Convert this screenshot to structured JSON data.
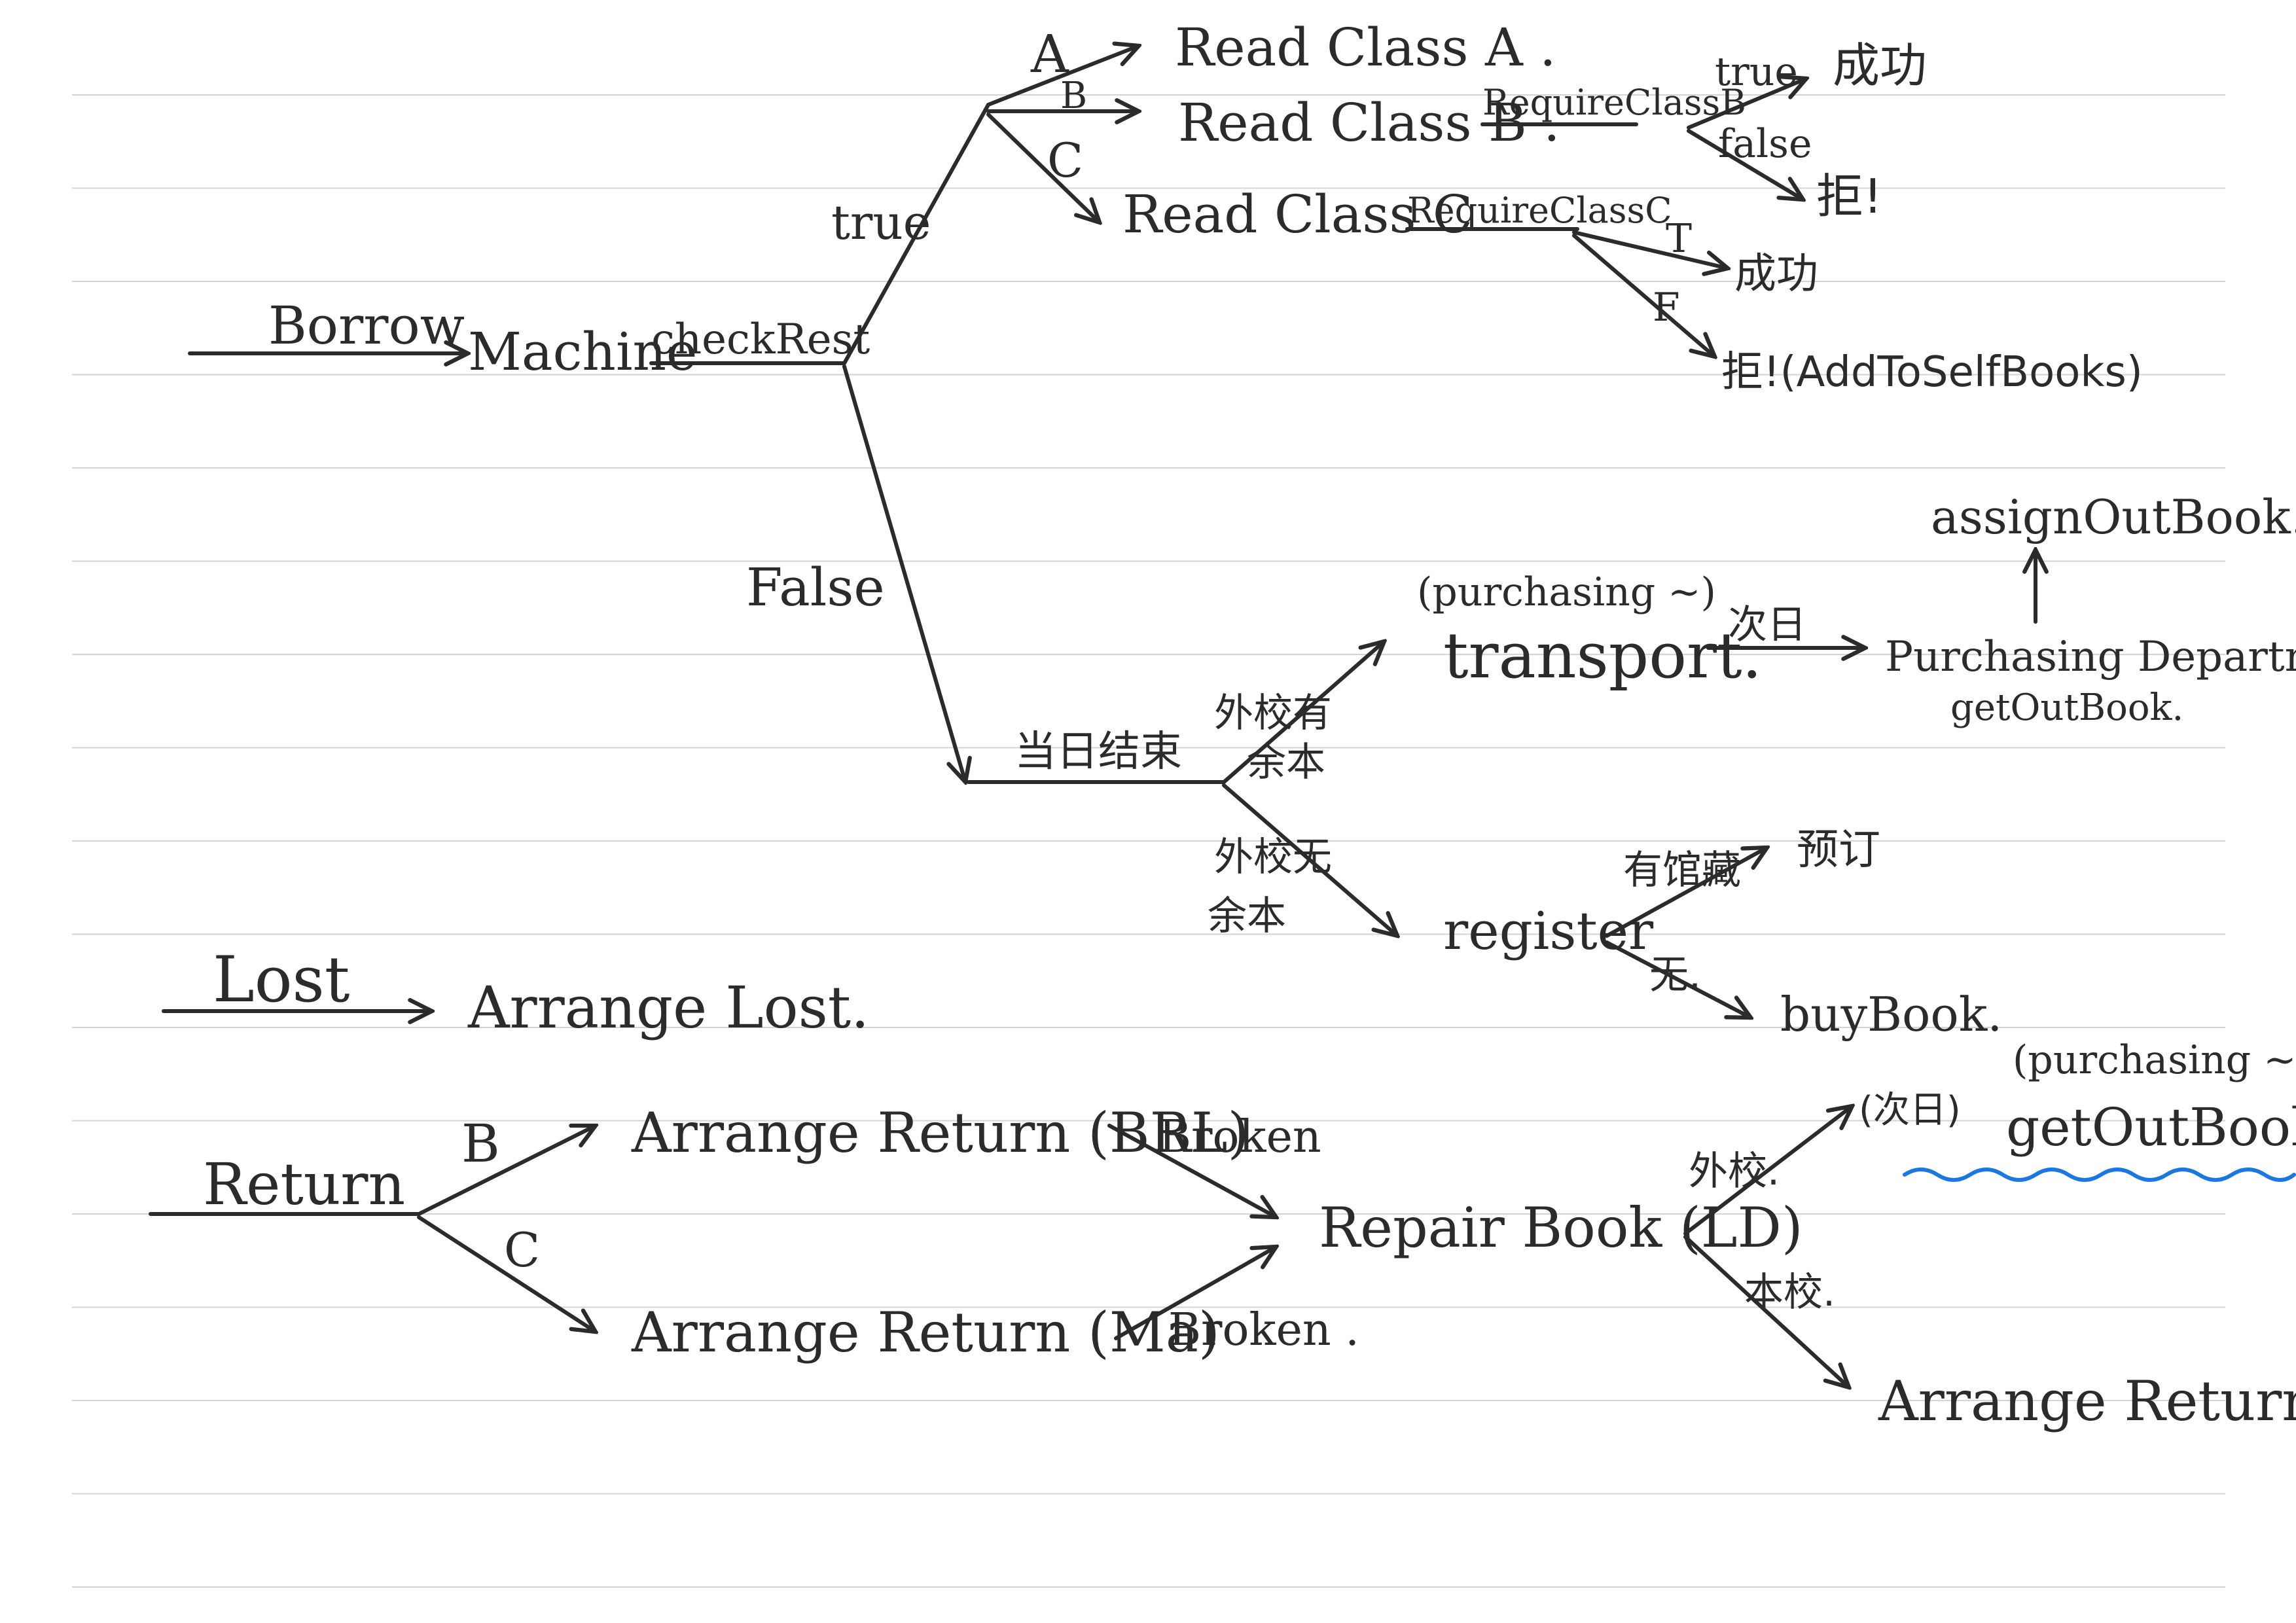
{
  "nodes": {
    "borrow": "Borrow",
    "machine": "Machine",
    "check_rest": "checkRest",
    "branch_true": "true",
    "branch_false": "False",
    "class_a_label": "A",
    "class_b_label": "B",
    "class_c_label": "C",
    "read_class_a": "Read Class A .",
    "read_class_b": "Read Class B .",
    "read_class_c": "Read Class C",
    "require_class_b": "RequireClassB",
    "require_class_c": "RequireClassC",
    "b_true": "true",
    "b_false": "false",
    "b_success": "成功",
    "b_reject": "拒!",
    "c_t": "T",
    "c_f": "F",
    "c_success": "成功",
    "c_reject": "拒!(AddToSelfBooks)",
    "day_end": "当日结束",
    "other_school_has_line1": "外校有",
    "other_school_has_line2": "余本",
    "other_school_none_line1": "外校无",
    "other_school_none_line2": "余本",
    "purchasing_note_1": "(purchasing ~)",
    "transport": "transport.",
    "next_day_1": "次日",
    "purchasing_dept": "Purchasing Department",
    "get_out_book_1": "getOutBook.",
    "assign_out_book": "assignOutBook.",
    "register": "register",
    "has_collection": "有馆藏",
    "reserve": "预订",
    "none": "无.",
    "buy_book": "buyBook.",
    "lost": "Lost",
    "arrange_lost": "Arrange Lost.",
    "return": "Return",
    "return_b": "B",
    "return_c": "C",
    "arrange_return_brl": "Arrange Return (BRL)",
    "arrange_return_ma": "Arrange Return (Ma)",
    "broken_1": "Broken",
    "broken_2": "Broken .",
    "repair_book": "Repair Book (LD)",
    "repair_other_school": "外校.",
    "repair_next_day": "(次日)",
    "purchasing_note_2": "(purchasing ~)",
    "get_out_book_2": "getOutBook.",
    "repair_this_school": "本校.",
    "arrange_return": "Arrange Return ."
  },
  "colors": {
    "ink": "#2b2b2b",
    "rule_line": "#d4d4d4",
    "highlight": "#1a78e0",
    "paper": "#ffffff"
  }
}
